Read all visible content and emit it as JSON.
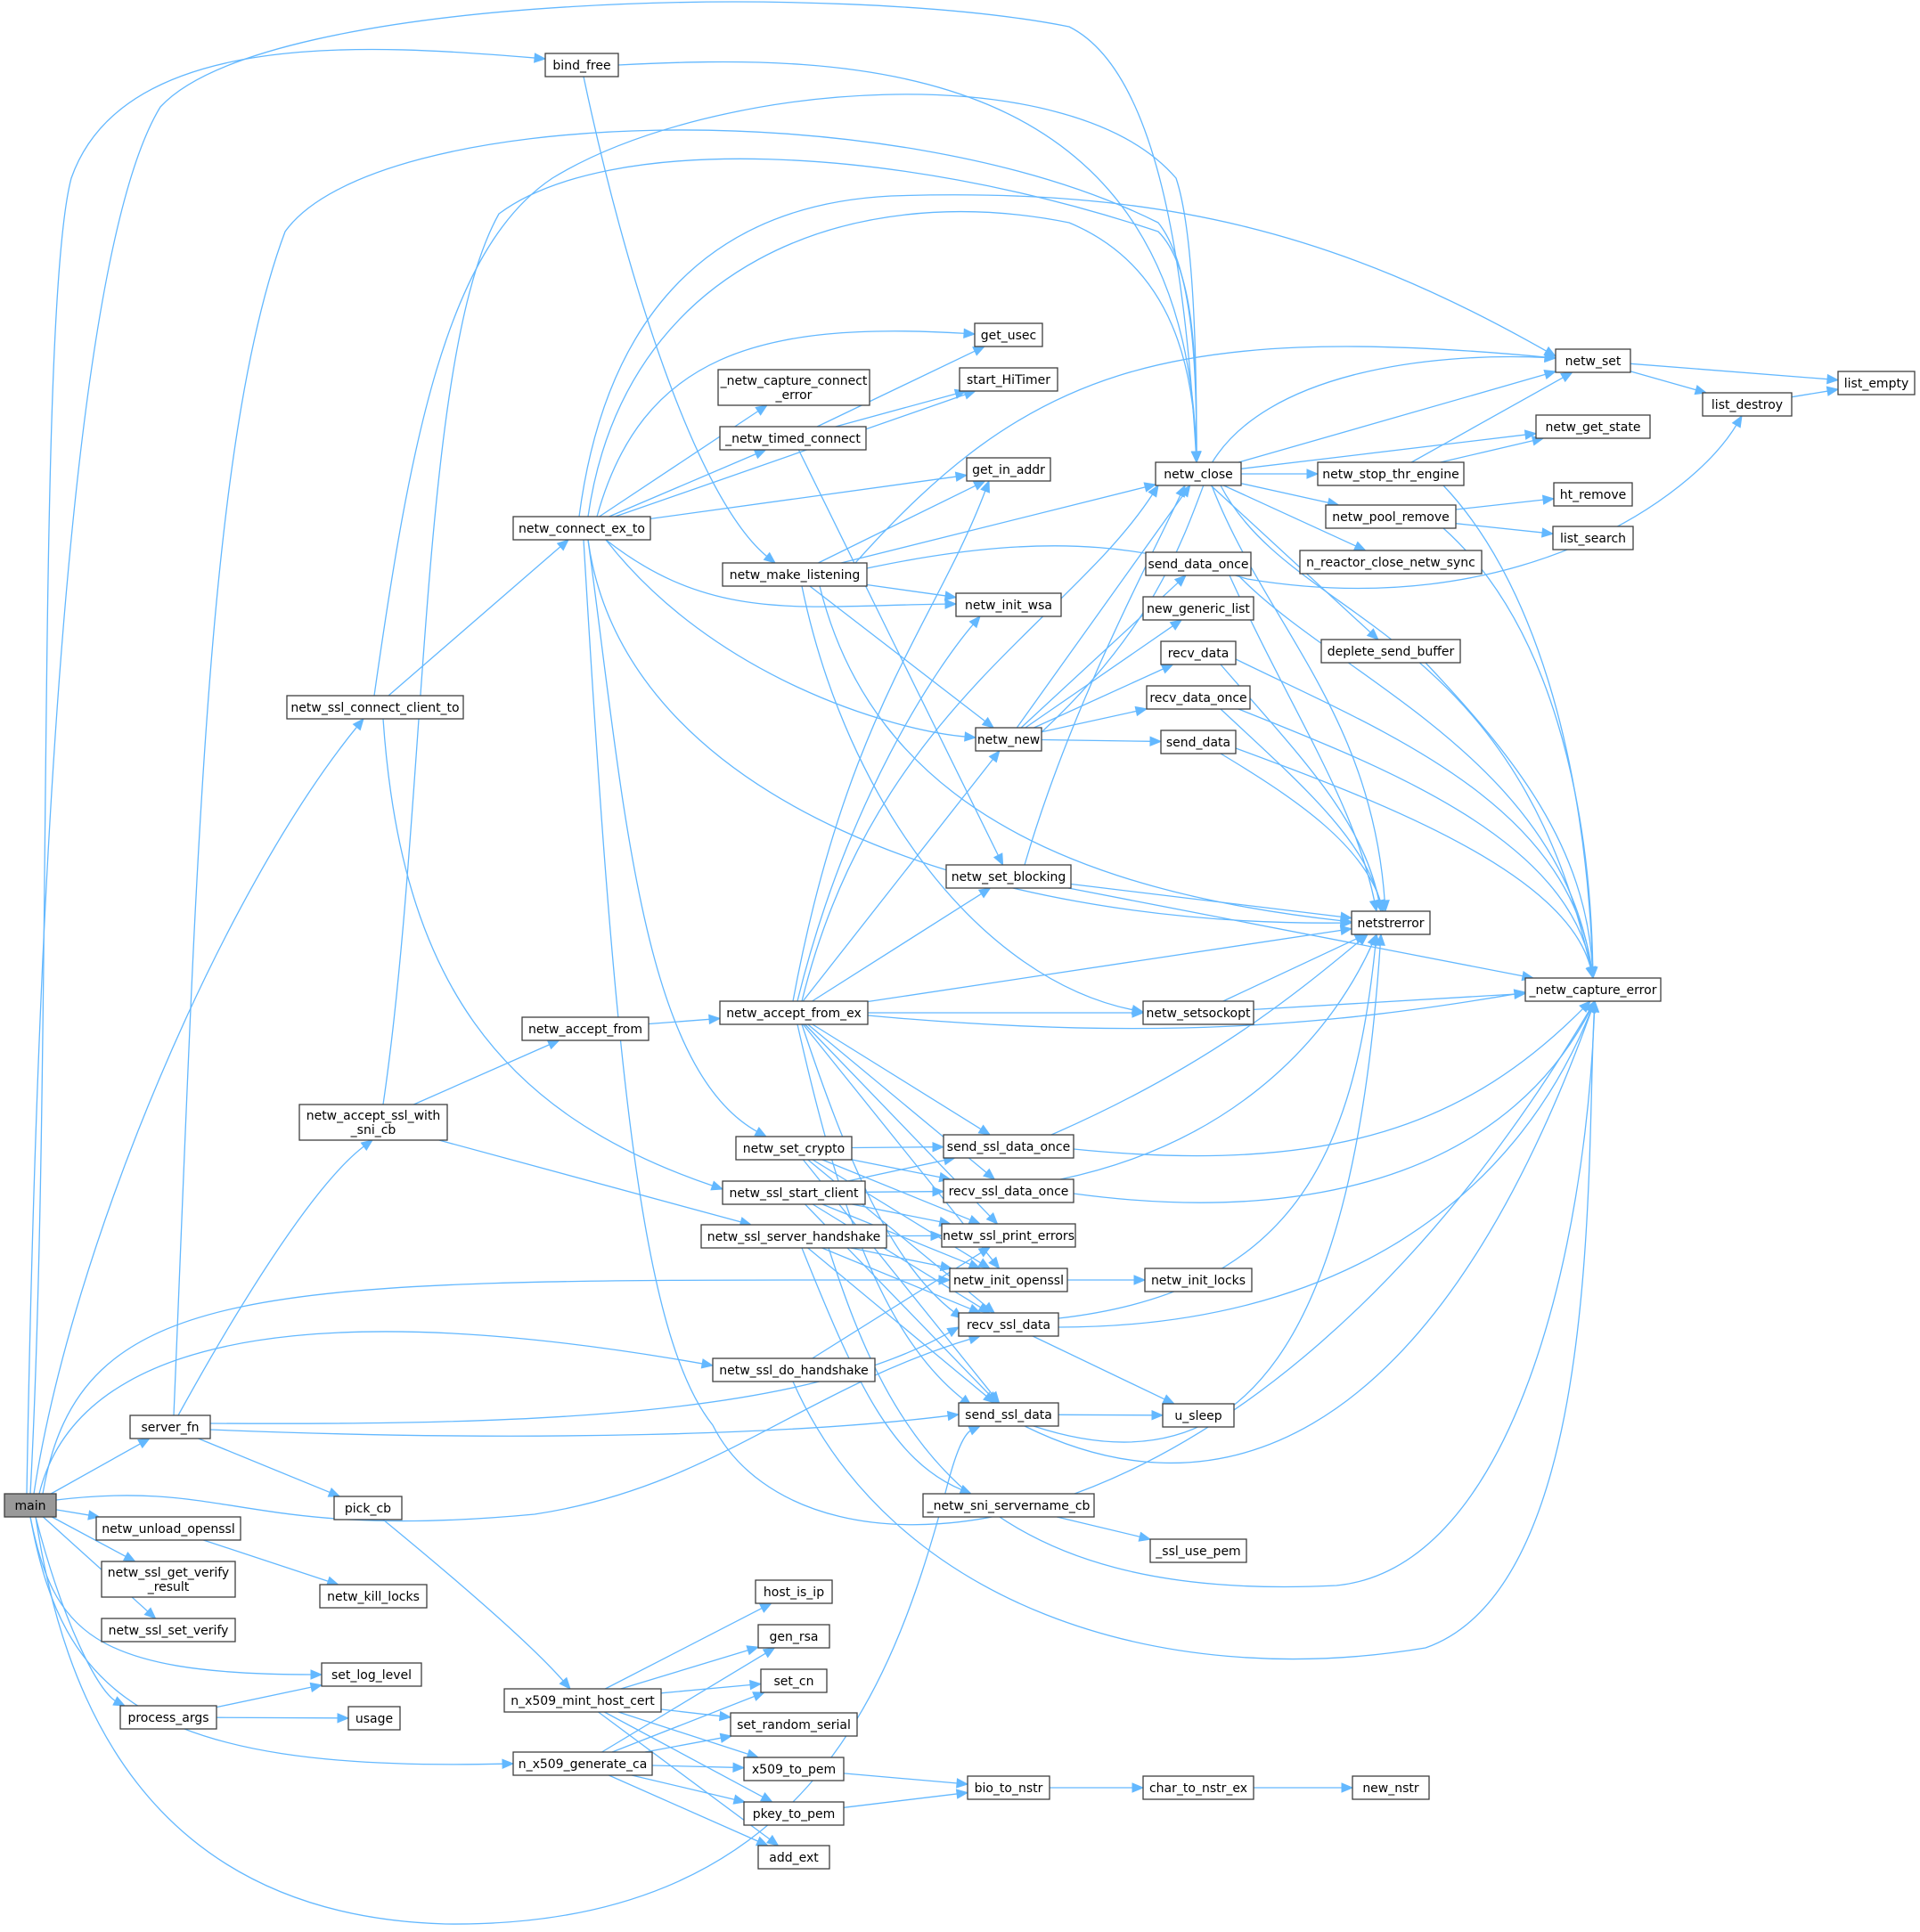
{
  "diagram": {
    "type": "call_graph",
    "root": "main",
    "colors": {
      "edge": "#63b8ff",
      "node_border": "#3f3f3f",
      "root_fill": "#999999",
      "node_fill": "#ffffff"
    },
    "nodes": [
      {
        "id": "main",
        "lines": [
          "main"
        ]
      },
      {
        "id": "bind_free",
        "lines": [
          "bind_free"
        ]
      },
      {
        "id": "netw_ssl_connect_client_to",
        "lines": [
          "netw_ssl_connect_client_to"
        ]
      },
      {
        "id": "netw_accept_ssl_with_sni_cb",
        "lines": [
          "netw_accept_ssl_with",
          "_sni_cb"
        ]
      },
      {
        "id": "server_fn",
        "lines": [
          "server_fn"
        ]
      },
      {
        "id": "pick_cb",
        "lines": [
          "pick_cb"
        ]
      },
      {
        "id": "netw_unload_openssl",
        "lines": [
          "netw_unload_openssl"
        ]
      },
      {
        "id": "netw_ssl_get_verify_result",
        "lines": [
          "netw_ssl_get_verify",
          "_result"
        ]
      },
      {
        "id": "netw_ssl_set_verify",
        "lines": [
          "netw_ssl_set_verify"
        ]
      },
      {
        "id": "process_args",
        "lines": [
          "process_args"
        ]
      },
      {
        "id": "set_log_level",
        "lines": [
          "set_log_level"
        ]
      },
      {
        "id": "usage",
        "lines": [
          "usage"
        ]
      },
      {
        "id": "netw_kill_locks",
        "lines": [
          "netw_kill_locks"
        ]
      },
      {
        "id": "netw_connect_ex_to",
        "lines": [
          "netw_connect_ex_to"
        ]
      },
      {
        "id": "netw_accept_from",
        "lines": [
          "netw_accept_from"
        ]
      },
      {
        "id": "n_x509_mint_host_cert",
        "lines": [
          "n_x509_mint_host_cert"
        ]
      },
      {
        "id": "n_x509_generate_ca",
        "lines": [
          "n_x509_generate_ca"
        ]
      },
      {
        "id": "_netw_capture_connect_error",
        "lines": [
          "_netw_capture_connect",
          "_error"
        ]
      },
      {
        "id": "_netw_timed_connect",
        "lines": [
          "_netw_timed_connect"
        ]
      },
      {
        "id": "netw_make_listening",
        "lines": [
          "netw_make_listening"
        ]
      },
      {
        "id": "netw_accept_from_ex",
        "lines": [
          "netw_accept_from_ex"
        ]
      },
      {
        "id": "netw_set_crypto",
        "lines": [
          "netw_set_crypto"
        ]
      },
      {
        "id": "netw_ssl_start_client",
        "lines": [
          "netw_ssl_start_client"
        ]
      },
      {
        "id": "netw_ssl_server_handshake",
        "lines": [
          "netw_ssl_server_handshake"
        ]
      },
      {
        "id": "netw_ssl_do_handshake",
        "lines": [
          "netw_ssl_do_handshake"
        ]
      },
      {
        "id": "host_is_ip",
        "lines": [
          "host_is_ip"
        ]
      },
      {
        "id": "gen_rsa",
        "lines": [
          "gen_rsa"
        ]
      },
      {
        "id": "set_cn",
        "lines": [
          "set_cn"
        ]
      },
      {
        "id": "set_random_serial",
        "lines": [
          "set_random_serial"
        ]
      },
      {
        "id": "x509_to_pem",
        "lines": [
          "x509_to_pem"
        ]
      },
      {
        "id": "pkey_to_pem",
        "lines": [
          "pkey_to_pem"
        ]
      },
      {
        "id": "add_ext",
        "lines": [
          "add_ext"
        ]
      },
      {
        "id": "get_usec",
        "lines": [
          "get_usec"
        ]
      },
      {
        "id": "start_HiTimer",
        "lines": [
          "start_HiTimer"
        ]
      },
      {
        "id": "get_in_addr",
        "lines": [
          "get_in_addr"
        ]
      },
      {
        "id": "netw_init_wsa",
        "lines": [
          "netw_init_wsa"
        ]
      },
      {
        "id": "netw_new",
        "lines": [
          "netw_new"
        ]
      },
      {
        "id": "netw_set_blocking",
        "lines": [
          "netw_set_blocking"
        ]
      },
      {
        "id": "send_ssl_data_once",
        "lines": [
          "send_ssl_data_once"
        ]
      },
      {
        "id": "recv_ssl_data_once",
        "lines": [
          "recv_ssl_data_once"
        ]
      },
      {
        "id": "netw_ssl_print_errors",
        "lines": [
          "netw_ssl_print_errors"
        ]
      },
      {
        "id": "netw_init_openssl",
        "lines": [
          "netw_init_openssl"
        ]
      },
      {
        "id": "recv_ssl_data",
        "lines": [
          "recv_ssl_data"
        ]
      },
      {
        "id": "send_ssl_data",
        "lines": [
          "send_ssl_data"
        ]
      },
      {
        "id": "_netw_sni_servername_cb",
        "lines": [
          "_netw_sni_servername_cb"
        ]
      },
      {
        "id": "bio_to_nstr",
        "lines": [
          "bio_to_nstr"
        ]
      },
      {
        "id": "netw_close",
        "lines": [
          "netw_close"
        ]
      },
      {
        "id": "send_data_once",
        "lines": [
          "send_data_once"
        ]
      },
      {
        "id": "new_generic_list",
        "lines": [
          "new_generic_list"
        ]
      },
      {
        "id": "recv_data",
        "lines": [
          "recv_data"
        ]
      },
      {
        "id": "recv_data_once",
        "lines": [
          "recv_data_once"
        ]
      },
      {
        "id": "send_data",
        "lines": [
          "send_data"
        ]
      },
      {
        "id": "netw_setsockopt",
        "lines": [
          "netw_setsockopt"
        ]
      },
      {
        "id": "netw_init_locks",
        "lines": [
          "netw_init_locks"
        ]
      },
      {
        "id": "u_sleep",
        "lines": [
          "u_sleep"
        ]
      },
      {
        "id": "_ssl_use_pem",
        "lines": [
          "_ssl_use_pem"
        ]
      },
      {
        "id": "char_to_nstr_ex",
        "lines": [
          "char_to_nstr_ex"
        ]
      },
      {
        "id": "netw_stop_thr_engine",
        "lines": [
          "netw_stop_thr_engine"
        ]
      },
      {
        "id": "netw_pool_remove",
        "lines": [
          "netw_pool_remove"
        ]
      },
      {
        "id": "n_reactor_close_netw_sync",
        "lines": [
          "n_reactor_close_netw_sync"
        ]
      },
      {
        "id": "deplete_send_buffer",
        "lines": [
          "deplete_send_buffer"
        ]
      },
      {
        "id": "netstrerror",
        "lines": [
          "netstrerror"
        ]
      },
      {
        "id": "new_nstr",
        "lines": [
          "new_nstr"
        ]
      },
      {
        "id": "netw_set",
        "lines": [
          "netw_set"
        ]
      },
      {
        "id": "netw_get_state",
        "lines": [
          "netw_get_state"
        ]
      },
      {
        "id": "ht_remove",
        "lines": [
          "ht_remove"
        ]
      },
      {
        "id": "list_search",
        "lines": [
          "list_search"
        ]
      },
      {
        "id": "_netw_capture_error",
        "lines": [
          "_netw_capture_error"
        ]
      },
      {
        "id": "list_destroy",
        "lines": [
          "list_destroy"
        ]
      },
      {
        "id": "list_empty",
        "lines": [
          "list_empty"
        ]
      }
    ],
    "edges": [
      [
        "main",
        "bind_free"
      ],
      [
        "main",
        "netw_close"
      ],
      [
        "main",
        "netw_ssl_connect_client_to"
      ],
      [
        "main",
        "server_fn"
      ],
      [
        "main",
        "netw_unload_openssl"
      ],
      [
        "main",
        "netw_ssl_get_verify_result"
      ],
      [
        "main",
        "netw_ssl_set_verify"
      ],
      [
        "main",
        "set_log_level"
      ],
      [
        "main",
        "process_args"
      ],
      [
        "main",
        "netw_init_openssl"
      ],
      [
        "main",
        "netw_ssl_do_handshake"
      ],
      [
        "main",
        "recv_ssl_data"
      ],
      [
        "main",
        "send_ssl_data"
      ],
      [
        "main",
        "n_x509_generate_ca"
      ],
      [
        "bind_free",
        "netw_close"
      ],
      [
        "bind_free",
        "netw_make_listening"
      ],
      [
        "netw_ssl_connect_client_to",
        "netw_connect_ex_to"
      ],
      [
        "netw_ssl_connect_client_to",
        "netw_close"
      ],
      [
        "netw_ssl_connect_client_to",
        "netw_ssl_start_client"
      ],
      [
        "netw_accept_ssl_with_sni_cb",
        "netw_accept_from"
      ],
      [
        "netw_accept_ssl_with_sni_cb",
        "netw_close"
      ],
      [
        "netw_accept_ssl_with_sni_cb",
        "netw_ssl_server_handshake"
      ],
      [
        "server_fn",
        "netw_close"
      ],
      [
        "server_fn",
        "netw_accept_ssl_with_sni_cb"
      ],
      [
        "server_fn",
        "pick_cb"
      ],
      [
        "server_fn",
        "recv_ssl_data"
      ],
      [
        "server_fn",
        "send_ssl_data"
      ],
      [
        "pick_cb",
        "n_x509_mint_host_cert"
      ],
      [
        "netw_unload_openssl",
        "netw_kill_locks"
      ],
      [
        "process_args",
        "set_log_level"
      ],
      [
        "process_args",
        "usage"
      ],
      [
        "netw_connect_ex_to",
        "netw_close"
      ],
      [
        "netw_connect_ex_to",
        "netw_set"
      ],
      [
        "netw_connect_ex_to",
        "get_usec"
      ],
      [
        "netw_connect_ex_to",
        "_netw_capture_connect_error"
      ],
      [
        "netw_connect_ex_to",
        "_netw_timed_connect"
      ],
      [
        "netw_connect_ex_to",
        "start_HiTimer"
      ],
      [
        "netw_connect_ex_to",
        "get_in_addr"
      ],
      [
        "netw_connect_ex_to",
        "netw_init_wsa"
      ],
      [
        "netw_connect_ex_to",
        "netw_new"
      ],
      [
        "netw_connect_ex_to",
        "netstrerror"
      ],
      [
        "netw_connect_ex_to",
        "netw_set_crypto"
      ],
      [
        "netw_connect_ex_to",
        "_netw_capture_error"
      ],
      [
        "netw_accept_from",
        "netw_accept_from_ex"
      ],
      [
        "_netw_timed_connect",
        "get_usec"
      ],
      [
        "_netw_timed_connect",
        "start_HiTimer"
      ],
      [
        "_netw_timed_connect",
        "netw_set_blocking"
      ],
      [
        "netw_make_listening",
        "get_in_addr"
      ],
      [
        "netw_make_listening",
        "netw_init_wsa"
      ],
      [
        "netw_make_listening",
        "netw_close"
      ],
      [
        "netw_make_listening",
        "netw_set"
      ],
      [
        "netw_make_listening",
        "netw_new"
      ],
      [
        "netw_make_listening",
        "netw_setsockopt"
      ],
      [
        "netw_make_listening",
        "netstrerror"
      ],
      [
        "netw_make_listening",
        "list_destroy"
      ],
      [
        "netw_accept_from_ex",
        "netw_close"
      ],
      [
        "netw_accept_from_ex",
        "get_in_addr"
      ],
      [
        "netw_accept_from_ex",
        "netw_init_wsa"
      ],
      [
        "netw_accept_from_ex",
        "netw_new"
      ],
      [
        "netw_accept_from_ex",
        "netw_set_blocking"
      ],
      [
        "netw_accept_from_ex",
        "netstrerror"
      ],
      [
        "netw_accept_from_ex",
        "netw_setsockopt"
      ],
      [
        "netw_accept_from_ex",
        "_netw_capture_error"
      ],
      [
        "netw_accept_from_ex",
        "send_ssl_data_once"
      ],
      [
        "netw_accept_from_ex",
        "recv_ssl_data_once"
      ],
      [
        "netw_accept_from_ex",
        "netw_ssl_print_errors"
      ],
      [
        "netw_accept_from_ex",
        "netw_init_openssl"
      ],
      [
        "netw_accept_from_ex",
        "recv_ssl_data"
      ],
      [
        "netw_accept_from_ex",
        "send_ssl_data"
      ],
      [
        "netw_set_crypto",
        "send_ssl_data_once"
      ],
      [
        "netw_set_crypto",
        "recv_ssl_data_once"
      ],
      [
        "netw_set_crypto",
        "netw_ssl_print_errors"
      ],
      [
        "netw_set_crypto",
        "netw_init_openssl"
      ],
      [
        "netw_set_crypto",
        "recv_ssl_data"
      ],
      [
        "netw_set_crypto",
        "send_ssl_data"
      ],
      [
        "netw_ssl_start_client",
        "recv_ssl_data_once"
      ],
      [
        "netw_ssl_start_client",
        "send_ssl_data_once"
      ],
      [
        "netw_ssl_start_client",
        "netw_ssl_print_errors"
      ],
      [
        "netw_ssl_start_client",
        "netw_init_openssl"
      ],
      [
        "netw_ssl_start_client",
        "recv_ssl_data"
      ],
      [
        "netw_ssl_start_client",
        "send_ssl_data"
      ],
      [
        "netw_ssl_server_handshake",
        "netw_ssl_print_errors"
      ],
      [
        "netw_ssl_server_handshake",
        "netw_init_openssl"
      ],
      [
        "netw_ssl_server_handshake",
        "recv_ssl_data"
      ],
      [
        "netw_ssl_server_handshake",
        "send_ssl_data"
      ],
      [
        "netw_ssl_server_handshake",
        "_netw_sni_servername_cb"
      ],
      [
        "netw_ssl_server_handshake",
        "_netw_capture_error"
      ],
      [
        "netw_ssl_do_handshake",
        "netw_ssl_print_errors"
      ],
      [
        "netw_ssl_do_handshake",
        "_netw_capture_error"
      ],
      [
        "n_x509_mint_host_cert",
        "host_is_ip"
      ],
      [
        "n_x509_mint_host_cert",
        "gen_rsa"
      ],
      [
        "n_x509_mint_host_cert",
        "set_cn"
      ],
      [
        "n_x509_mint_host_cert",
        "set_random_serial"
      ],
      [
        "n_x509_mint_host_cert",
        "x509_to_pem"
      ],
      [
        "n_x509_mint_host_cert",
        "pkey_to_pem"
      ],
      [
        "n_x509_mint_host_cert",
        "add_ext"
      ],
      [
        "n_x509_generate_ca",
        "gen_rsa"
      ],
      [
        "n_x509_generate_ca",
        "set_cn"
      ],
      [
        "n_x509_generate_ca",
        "set_random_serial"
      ],
      [
        "n_x509_generate_ca",
        "x509_to_pem"
      ],
      [
        "n_x509_generate_ca",
        "pkey_to_pem"
      ],
      [
        "n_x509_generate_ca",
        "add_ext"
      ],
      [
        "x509_to_pem",
        "bio_to_nstr"
      ],
      [
        "pkey_to_pem",
        "bio_to_nstr"
      ],
      [
        "bio_to_nstr",
        "char_to_nstr_ex"
      ],
      [
        "char_to_nstr_ex",
        "new_nstr"
      ],
      [
        "netw_new",
        "netw_close"
      ],
      [
        "netw_new",
        "send_data_once"
      ],
      [
        "netw_new",
        "new_generic_list"
      ],
      [
        "netw_new",
        "recv_data"
      ],
      [
        "netw_new",
        "recv_data_once"
      ],
      [
        "netw_new",
        "send_data"
      ],
      [
        "netw_new",
        "netw_set"
      ],
      [
        "netw_set_blocking",
        "netstrerror"
      ],
      [
        "netw_set_blocking",
        "_netw_capture_error"
      ],
      [
        "netw_set_blocking",
        "netw_close"
      ],
      [
        "send_ssl_data_once",
        "netstrerror"
      ],
      [
        "send_ssl_data_once",
        "_netw_capture_error"
      ],
      [
        "recv_ssl_data_once",
        "netstrerror"
      ],
      [
        "recv_ssl_data_once",
        "_netw_capture_error"
      ],
      [
        "netw_init_openssl",
        "netw_init_locks"
      ],
      [
        "recv_ssl_data",
        "u_sleep"
      ],
      [
        "recv_ssl_data",
        "netstrerror"
      ],
      [
        "recv_ssl_data",
        "_netw_capture_error"
      ],
      [
        "send_ssl_data",
        "u_sleep"
      ],
      [
        "send_ssl_data",
        "netstrerror"
      ],
      [
        "send_ssl_data",
        "_netw_capture_error"
      ],
      [
        "_netw_sni_servername_cb",
        "_ssl_use_pem"
      ],
      [
        "netw_close",
        "netw_set"
      ],
      [
        "netw_close",
        "netw_get_state"
      ],
      [
        "netw_close",
        "netw_stop_thr_engine"
      ],
      [
        "netw_close",
        "netw_pool_remove"
      ],
      [
        "netw_close",
        "n_reactor_close_netw_sync"
      ],
      [
        "netw_close",
        "deplete_send_buffer"
      ],
      [
        "netw_close",
        "netstrerror"
      ],
      [
        "netw_close",
        "_netw_capture_error"
      ],
      [
        "send_data_once",
        "netstrerror"
      ],
      [
        "send_data_once",
        "_netw_capture_error"
      ],
      [
        "recv_data",
        "netstrerror"
      ],
      [
        "recv_data",
        "_netw_capture_error"
      ],
      [
        "recv_data_once",
        "netstrerror"
      ],
      [
        "recv_data_once",
        "_netw_capture_error"
      ],
      [
        "send_data",
        "netstrerror"
      ],
      [
        "send_data",
        "_netw_capture_error"
      ],
      [
        "netw_setsockopt",
        "netstrerror"
      ],
      [
        "netw_setsockopt",
        "_netw_capture_error"
      ],
      [
        "netw_stop_thr_engine",
        "netw_set"
      ],
      [
        "netw_stop_thr_engine",
        "netw_get_state"
      ],
      [
        "netw_stop_thr_engine",
        "_netw_capture_error"
      ],
      [
        "netw_pool_remove",
        "ht_remove"
      ],
      [
        "netw_pool_remove",
        "list_search"
      ],
      [
        "netw_pool_remove",
        "_netw_capture_error"
      ],
      [
        "deplete_send_buffer",
        "_netw_capture_error"
      ],
      [
        "netw_set",
        "list_destroy"
      ],
      [
        "netw_set",
        "list_empty"
      ],
      [
        "list_destroy",
        "list_empty"
      ]
    ]
  }
}
